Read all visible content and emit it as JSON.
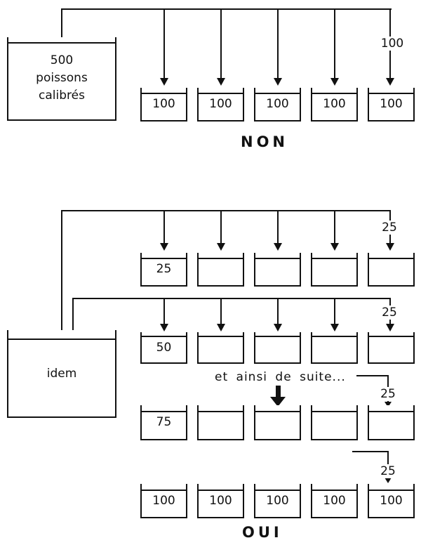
{
  "colors": {
    "ink": "#111111",
    "background": "#ffffff"
  },
  "non": {
    "source_tank_lines": [
      "500",
      "poissons",
      "calibrés"
    ],
    "drop_label": "100",
    "tanks": [
      "100",
      "100",
      "100",
      "100",
      "100"
    ],
    "caption": "NON"
  },
  "oui": {
    "source_label": "idem",
    "note": "et ainsi de suite...",
    "rows": [
      {
        "drop_label": "25",
        "tanks": [
          "25",
          "",
          "",
          "",
          ""
        ]
      },
      {
        "drop_label": "25",
        "tanks": [
          "50",
          "",
          "",
          "",
          ""
        ]
      },
      {
        "drop_label": "25",
        "tanks": [
          "75",
          "",
          "",
          "",
          ""
        ]
      },
      {
        "drop_label": "25",
        "tanks": [
          "100",
          "100",
          "100",
          "100",
          "100"
        ]
      }
    ],
    "caption": "OUI"
  }
}
